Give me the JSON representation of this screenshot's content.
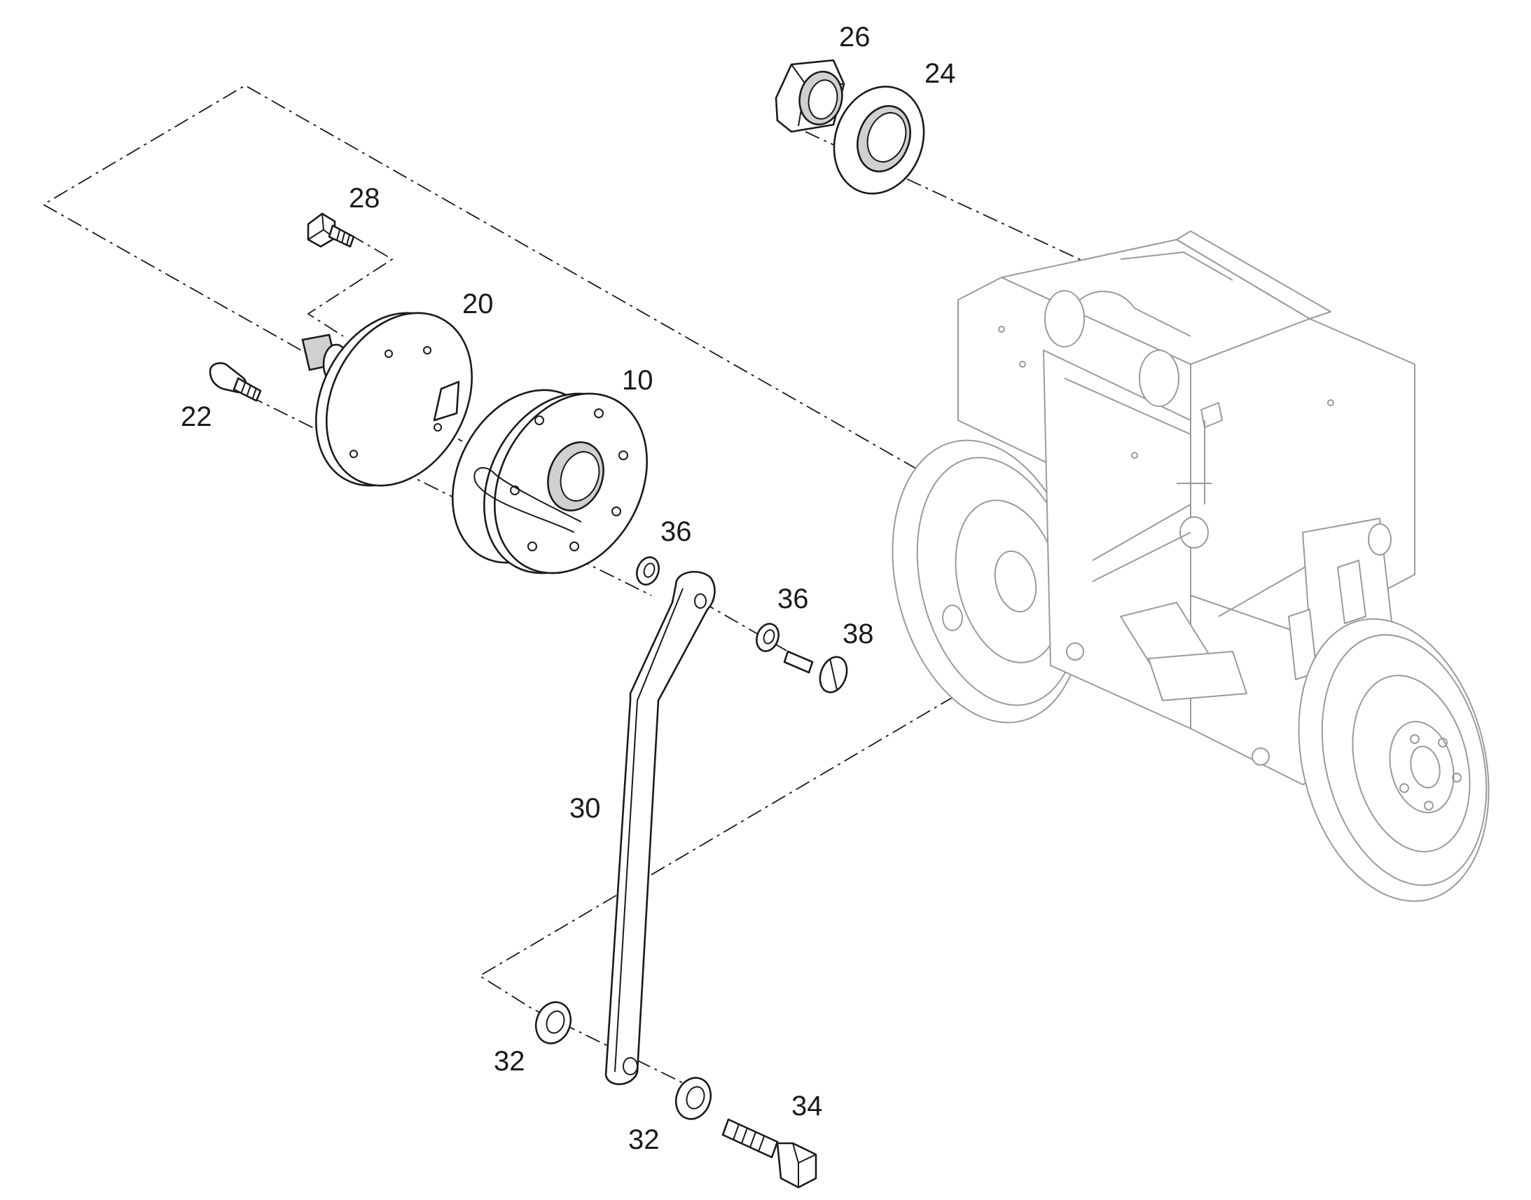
{
  "callouts": [
    {
      "id": "c26",
      "text": "26"
    },
    {
      "id": "c24",
      "text": "24"
    },
    {
      "id": "c28",
      "text": "28"
    },
    {
      "id": "c20",
      "text": "20"
    },
    {
      "id": "c10",
      "text": "10"
    },
    {
      "id": "c22",
      "text": "22"
    },
    {
      "id": "c36a",
      "text": "36"
    },
    {
      "id": "c36b",
      "text": "36"
    },
    {
      "id": "c38",
      "text": "38"
    },
    {
      "id": "c30",
      "text": "30"
    },
    {
      "id": "c32a",
      "text": "32"
    },
    {
      "id": "c32b",
      "text": "32"
    },
    {
      "id": "c34",
      "text": "34"
    }
  ],
  "colors": {
    "line": "#1a1a1a",
    "ghost_line": "#9a9a9a",
    "background": "#ffffff"
  }
}
